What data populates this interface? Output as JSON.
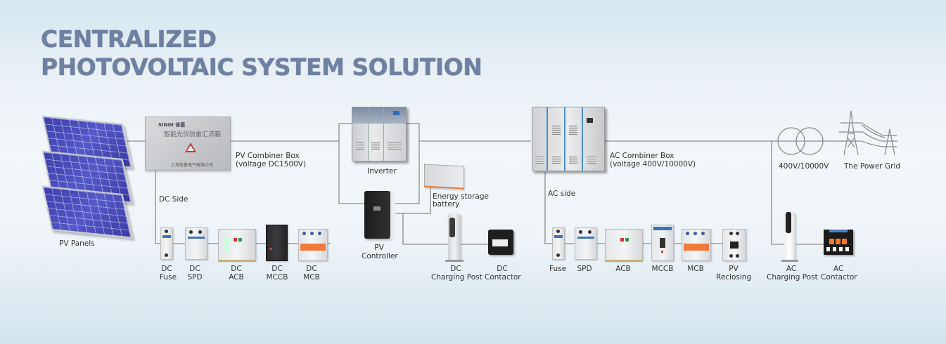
{
  "title": {
    "line1": "CENTRALIZED",
    "line2": "PHOTOVOLTAIC SYSTEM SOLUTION"
  },
  "colors": {
    "title": "#6e81a2",
    "wire": "#8c8c8c",
    "background_top": "#d6e6ef",
    "background_mid": "#f3f7fa"
  },
  "main_chain": {
    "pv_panels": "PV Panels",
    "combiner_box": {
      "brand": "SINGI 信基",
      "chinese_title": "智能光伏防雷汇流箱",
      "chinese_company": "上海信基电气有限公司",
      "label_line1": "PV Combiner Box",
      "label_line2": "(voltage DC1500V)"
    },
    "inverter": "Inverter",
    "energy_storage": {
      "line1": "Energy storage",
      "line2": "battery"
    },
    "pv_controller": {
      "line1": "PV",
      "line2": "Controller"
    },
    "ac_combiner_box": {
      "label_line1": "AC Combiner Box",
      "label_line2": "(voltage 400V/10000V)"
    },
    "transformer": "400V/10000V",
    "power_grid": "The Power Grid"
  },
  "dc_side": {
    "label": "DC Side",
    "devices": [
      {
        "line1": "DC",
        "line2": "Fuse"
      },
      {
        "line1": "DC",
        "line2": "SPD"
      },
      {
        "line1": "DC",
        "line2": "ACB"
      },
      {
        "line1": "DC",
        "line2": "MCCB"
      },
      {
        "line1": "DC",
        "line2": "MCB"
      }
    ]
  },
  "dc_charging": [
    {
      "line1": "DC",
      "line2": "Charging Post"
    },
    {
      "line1": "DC",
      "line2": "Contactor"
    }
  ],
  "ac_side": {
    "label": "AC side",
    "devices": [
      {
        "line1": "Fuse",
        "line2": ""
      },
      {
        "line1": "SPD",
        "line2": ""
      },
      {
        "line1": "ACB",
        "line2": ""
      },
      {
        "line1": "MCCB",
        "line2": ""
      },
      {
        "line1": "MCB",
        "line2": ""
      },
      {
        "line1": "PV",
        "line2": "Reclosing"
      }
    ]
  },
  "ac_charging": [
    {
      "line1": "AC",
      "line2": "Charging Post"
    },
    {
      "line1": "AC",
      "line2": "Contactor"
    }
  ]
}
